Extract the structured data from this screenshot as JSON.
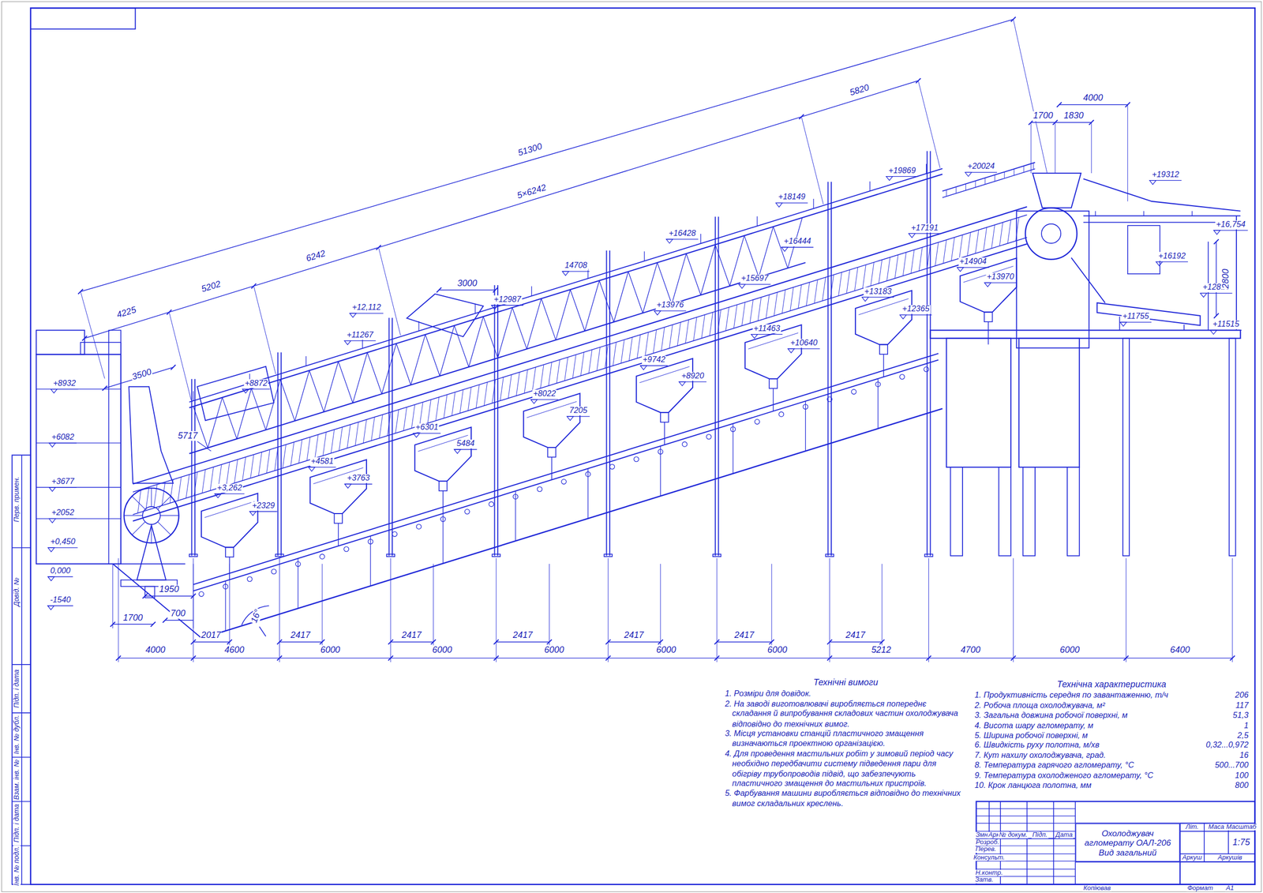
{
  "diagram": {
    "nodes": [
      {
        "text": [
          "Охолоджувач агломерату ОАЛ-206 Вид загальний"
        ]
      }
    ],
    "labels": [
      "+8932",
      "+6082",
      "+3677",
      "+2052",
      "+0,450",
      "0,000",
      "-1540",
      "+8872",
      "+11267",
      "+12,112",
      "14708",
      "+12987",
      "+16428",
      "+18149",
      "+19869",
      "+20024",
      "+19312",
      "+16,754",
      "+16192",
      "+12816",
      "+11515",
      "+11755",
      "+16444",
      "+17191",
      "+14904",
      "+13970",
      "+15697",
      "+13976",
      "+13183",
      "+12365",
      "+11463",
      "+10640",
      "+9742",
      "+8920",
      "+8022",
      "7205",
      "+6301",
      "5484",
      "+4581",
      "+3763",
      "+3,262",
      "+2329",
      "51300",
      "5×6242",
      "5820",
      "4225",
      "5202",
      "6242",
      "3500",
      "3000",
      "5717",
      "1700",
      "1830",
      "4000",
      "2800",
      "1950",
      "1700",
      "700",
      "16°",
      "4000",
      "2017",
      "4600",
      "2417",
      "6000",
      "2417",
      "6000",
      "2417",
      "6000",
      "2417",
      "6000",
      "2417",
      "6000",
      "2417",
      "5212",
      "4700",
      "6000",
      "6400",
      "Технічні вимоги",
      "1. Розміри для довідок.",
      "2. На заводі виготовлювачі виробляється попереднє складання й випробування складових частин охолоджувача відповідно до технічних вимог.",
      "3. Місця установки станцій пластичного змащення визначаються проектною організацією.",
      "4. Для проведення мастильних робіт у зимовий період часу необхідно передбачити систему підведення пари для обігріву трубопроводів підвід, що забезпечують пластичного змащення до мастильних пристроїв.",
      "5. Фарбування машини виробляється відповідно до технічних вимог складальних креслень.",
      "Технічна характеристика",
      "1. Продуктивність середня по завантаженню, т/ч",
      "206",
      "2. Робоча площа охолоджувача, м²",
      "117",
      "3. Загальна довжина робочої поверхні, м",
      "51,3",
      "4. Висота шару агломерату, м",
      "1",
      "5. Ширина робочої поверхні, м",
      "2,5",
      "6. Швидкість руху полотна, м/хв",
      "0,32...0,972",
      "7. Кут нахилу охолоджувача, град.",
      "16",
      "8. Температура гарячого агломерату, °С",
      "500...700",
      "9. Температура охолодженого агломерату, °С",
      "100",
      "10. Крок ланцюга полотна, мм",
      "800",
      "Змн.",
      "Арк.",
      "№ докум.",
      "Підп.",
      "Дата",
      "Розроб.",
      "Перев.",
      "Консульт.",
      "Н.контр.",
      "Затв.",
      "Літ.",
      "Маса",
      "Масштаб",
      "1:75",
      "Аркуш",
      "Аркушів",
      "Копіював",
      "Формат",
      "A1",
      "Перв. примен.",
      "Довід. №",
      "Підп. і дата",
      "Інв. № дубл.",
      "Взам. інв. №",
      "Підп. і дата",
      "Інв. № подл."
    ]
  }
}
